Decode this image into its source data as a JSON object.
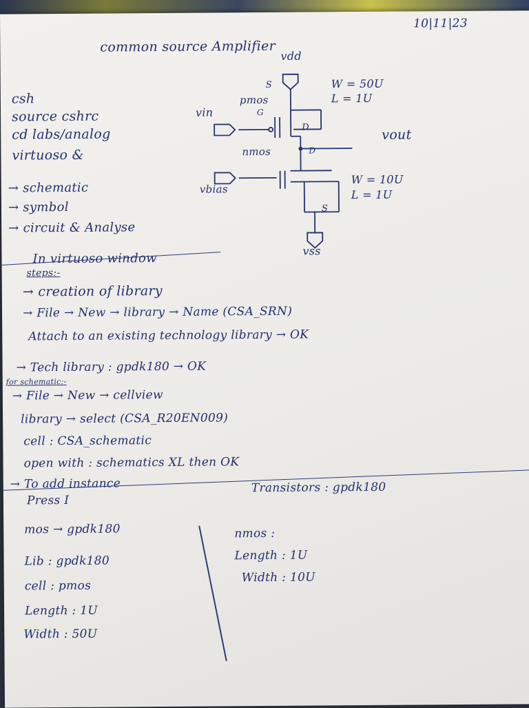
{
  "date": "10|11|23",
  "title": "common source Amplifier",
  "circuit": {
    "vdd": "vdd",
    "s_top": "S",
    "pmos": "pmos",
    "g_top": "G",
    "vin": "vin",
    "d_top": "D",
    "nmos": "nmos",
    "d_bottom": "D",
    "vout": "vout",
    "vbias": "vbias",
    "s_bottom": "S",
    "vss": "vss",
    "pmos_w": "W = 50U",
    "pmos_l": "L = 1U",
    "nmos_w": "W = 10U",
    "nmos_l": "L = 1U"
  },
  "left_notes": [
    "csh",
    "source cshrc",
    "cd labs/analog",
    "virtuoso &",
    "→ schematic",
    "→ symbol",
    "→ circuit & Analyse"
  ],
  "steps_intro": "In virtuoso window",
  "steps_label": "steps:-",
  "steps": [
    "→ creation of library",
    "→ File → New → library → Name (CSA_SRN)",
    "Attach to an existing technology library → OK",
    "→ Tech library : gpdk180 → OK"
  ],
  "for_schematic_label": "for schematic:-",
  "schematic_steps": [
    "→ File → New → cellview",
    "library → select (CSA_R20EN009)",
    "cell : CSA_schematic",
    "open with : schematics XL then OK"
  ],
  "instance": {
    "line1": "→ To add instance",
    "line2": "Press I",
    "mos": "mos → gpdk180",
    "lib": "Lib : gpdk180",
    "cell": "cell : pmos",
    "length": "Length : 1U",
    "width": "Width : 50U"
  },
  "transistors": {
    "heading": "Transistors : gpdk180",
    "nmos": "nmos :",
    "length": "Length : 1U",
    "width": "Width : 10U"
  }
}
